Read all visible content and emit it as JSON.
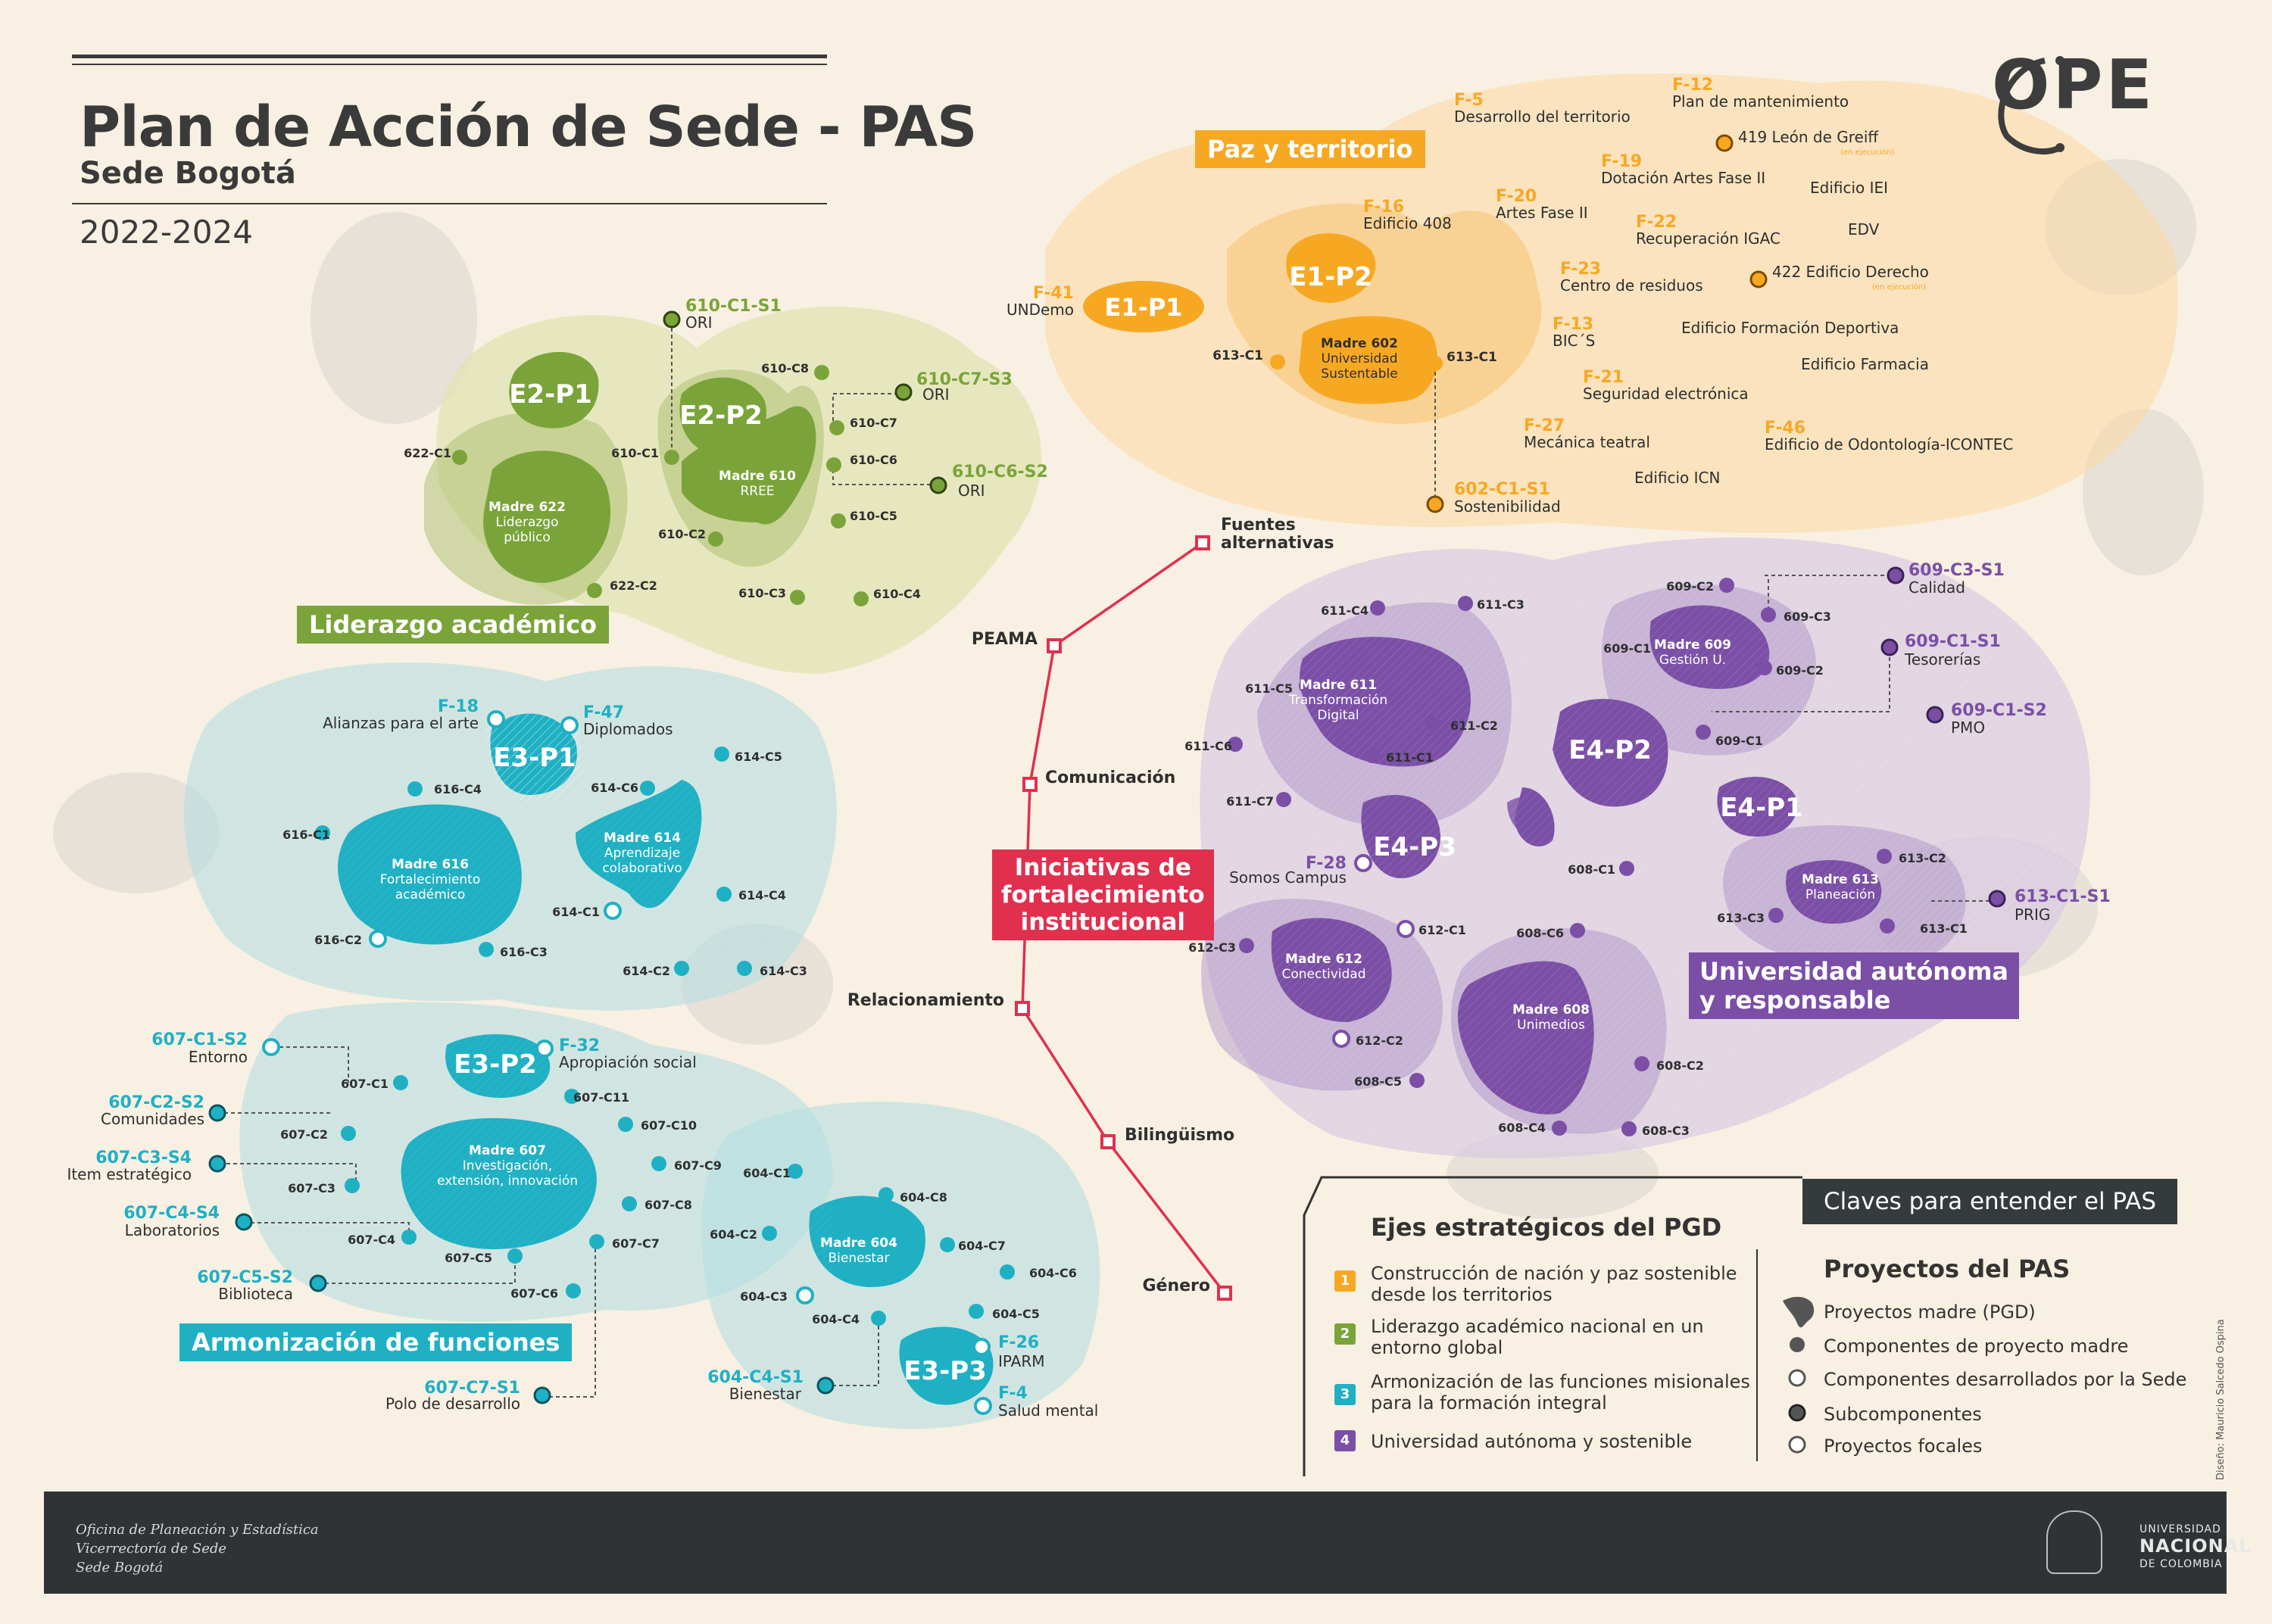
{
  "header": {
    "title": "Plan de Acción de Sede - PAS",
    "subtitle": "Sede Bogotá",
    "years": "2022-2024",
    "logo": "OPE"
  },
  "colors": {
    "background": "#f8f0e2",
    "eje1": "#f7a823",
    "eje2": "#7aa43a",
    "eje3": "#1fb0c4",
    "eje4": "#7b4fa6",
    "institutional": "#e0304e",
    "dark": "#353a3c"
  },
  "sections": {
    "eje1": "Paz y territorio",
    "eje2": "Liderazgo académico",
    "eje3": "Armonización de funciones",
    "eje4_line1": "Universidad autónoma",
    "eje4_line2": "y responsable",
    "inst_line1": "Iniciativas de",
    "inst_line2": "fortalecimiento",
    "inst_line3": "institucional"
  },
  "programs": {
    "e1p1": "E1-P1",
    "e1p2": "E1-P2",
    "e2p1": "E2-P1",
    "e2p2": "E2-P2",
    "e3p1": "E3-P1",
    "e3p2": "E3-P2",
    "e3p3": "E3-P3",
    "e4p1": "E4-P1",
    "e4p2": "E4-P2",
    "e4p3": "E4-P3"
  },
  "madres": {
    "m602": [
      "Madre 602",
      "Universidad",
      "Sustentable"
    ],
    "m622": [
      "Madre 622",
      "Liderazgo",
      "público"
    ],
    "m610": [
      "Madre 610",
      "RREE"
    ],
    "m616": [
      "Madre 616",
      "Fortalecimiento",
      "académico"
    ],
    "m614": [
      "Madre 614",
      "Aprendizaje",
      "colaborativo"
    ],
    "m607": [
      "Madre 607",
      "Investigación,",
      "extensión, innovación"
    ],
    "m604": [
      "Madre 604",
      "Bienestar"
    ],
    "m611": [
      "Madre 611",
      "Transformación",
      "Digital"
    ],
    "m609": [
      "Madre 609",
      "Gestión U."
    ],
    "m613": [
      "Madre 613",
      "Planeación"
    ],
    "m612": [
      "Madre 612",
      "Conectividad"
    ],
    "m608": [
      "Madre 608",
      "Unimedios"
    ]
  },
  "focal_eje1": [
    {
      "code": "F-5",
      "name": "Desarrollo del territorio"
    },
    {
      "code": "F-12",
      "name": "Plan de mantenimiento"
    },
    {
      "code": "F-19",
      "name": "Dotación Artes Fase II"
    },
    {
      "code": "F-16",
      "name": "Edificio 408"
    },
    {
      "code": "F-20",
      "name": "Artes Fase II"
    },
    {
      "code": "F-22",
      "name": "Recuperación IGAC"
    },
    {
      "code": "F-23",
      "name": "Centro de residuos"
    },
    {
      "code": "F-13",
      "name": "BIC´S"
    },
    {
      "code": "F-21",
      "name": "Seguridad electrónica"
    },
    {
      "code": "F-27",
      "name": "Mecánica teatral"
    },
    {
      "code": "F-46",
      "name": "Edificio de Odontología-ICONTEC"
    },
    {
      "code": "F-41",
      "name": "UNDemo"
    }
  ],
  "plain_eje1": [
    "Edificio IEI",
    "EDV",
    "Edificio Formación Deportiva",
    "Edificio Farmacia",
    "Edificio ICN"
  ],
  "exec_eje1": [
    {
      "name": "419 León de Greiff",
      "note": "(en ejecución)"
    },
    {
      "name": "422 Edificio Derecho",
      "note": "(en ejecución)"
    }
  ],
  "eje1_components": {
    "c613_left": "613-C1",
    "c613_right": "613-C1",
    "sub": "602-C1-S1",
    "sub_name": "Sostenibilidad"
  },
  "eje2_labels": {
    "sub1": "610-C1-S1",
    "sub1_name": "ORI",
    "sub2": "610-C7-S3",
    "sub2_name": "ORI",
    "sub3": "610-C6-S2",
    "sub3_name": "ORI",
    "c622_1": "622-C1",
    "c622_2": "622-C2",
    "c610_1": "610-C1",
    "c610_2": "610-C2",
    "c610_3": "610-C3",
    "c610_4": "610-C4",
    "c610_5": "610-C5",
    "c610_6": "610-C6",
    "c610_7": "610-C7",
    "c610_8": "610-C8"
  },
  "eje3_labels": {
    "f18": "F-18",
    "f18_name": "Alianzas para el arte",
    "f47": "F-47",
    "f47_name": "Diplomados",
    "f32": "F-32",
    "f32_name": "Apropiación social",
    "f26": "F-26",
    "f26_name": "IPARM",
    "f4": "F-4",
    "f4_name": "Salud mental",
    "s607_1": "607-C1-S2",
    "s607_1n": "Entorno",
    "s607_2": "607-C2-S2",
    "s607_2n": "Comunidades",
    "s607_3": "607-C3-S4",
    "s607_3n": "Item estratégico",
    "s607_4": "607-C4-S4",
    "s607_4n": "Laboratorios",
    "s607_5": "607-C5-S2",
    "s607_5n": "Biblioteca",
    "s607_7": "607-C7-S1",
    "s607_7n": "Polo de desarrollo",
    "s604": "604-C4-S1",
    "s604n": "Bienestar",
    "c616": [
      "616-C1",
      "616-C2",
      "616-C3",
      "616-C4"
    ],
    "c614": [
      "614-C1",
      "614-C2",
      "614-C3",
      "614-C4",
      "614-C5",
      "614-C6"
    ],
    "c607": [
      "607-C1",
      "607-C2",
      "607-C3",
      "607-C4",
      "607-C5",
      "607-C6",
      "607-C7",
      "607-C8",
      "607-C9",
      "607-C10",
      "607-C11"
    ],
    "c604": [
      "604-C1",
      "604-C2",
      "604-C3",
      "604-C4",
      "604-C5",
      "604-C6",
      "604-C7",
      "604-C8"
    ]
  },
  "eje4_labels": {
    "s609_3": "609-C3-S1",
    "s609_3n": "Calidad",
    "s609_1a": "609-C1-S1",
    "s609_1an": "Tesorerías",
    "s609_1b": "609-C1-S2",
    "s609_1bn": "PMO",
    "s613": "613-C1-S1",
    "s613n": "PRIG",
    "f28": "F-28",
    "f28_name": "Somos Campus",
    "c611": [
      "611-C1",
      "611-C2",
      "611-C3",
      "611-C4",
      "611-C5",
      "611-C6",
      "611-C7"
    ],
    "c609": [
      "609-C1",
      "609-C2",
      "609-C3",
      "609-C1",
      "609-C2"
    ],
    "c613": [
      "613-C1",
      "613-C2",
      "613-C3"
    ],
    "c612": [
      "612-C1",
      "612-C2",
      "612-C3"
    ],
    "c608": [
      "608-C1",
      "608-C2",
      "608-C3",
      "608-C4",
      "608-C5",
      "608-C6"
    ]
  },
  "institutional_initiatives": [
    "Fuentes",
    "alternativas",
    "PEAMA",
    "Comunicación",
    "Relacionamiento",
    "Bilingüismo",
    "Género"
  ],
  "legend": {
    "key_title": "Claves para entender el PAS",
    "ejes_title": "Ejes estratégicos del PGD",
    "ejes": [
      {
        "n": "1",
        "l1": "Construcción de nación y paz sostenible",
        "l2": "desde los territorios"
      },
      {
        "n": "2",
        "l1": "Liderazgo académico nacional en un",
        "l2": "entorno global"
      },
      {
        "n": "3",
        "l1": "Armonización de las funciones misionales",
        "l2": "para la formación integral"
      },
      {
        "n": "4",
        "l1": "Universidad autónoma y sostenible",
        "l2": ""
      }
    ],
    "proyectos_title": "Proyectos del PAS",
    "proyectos": [
      "Proyectos madre (PGD)",
      "Componentes de proyecto madre",
      "Componentes desarrollados por la Sede",
      "Subcomponentes",
      "Proyectos focales"
    ]
  },
  "credit": "Diseño: Mauricio Salcedo Ospina",
  "footer": {
    "lines": [
      "Oficina de Planeación y Estadística",
      "Vicerrectoría de Sede",
      "Sede Bogotá"
    ],
    "unal": [
      "UNIVERSIDAD",
      "NACIONAL",
      "DE COLOMBIA"
    ]
  }
}
